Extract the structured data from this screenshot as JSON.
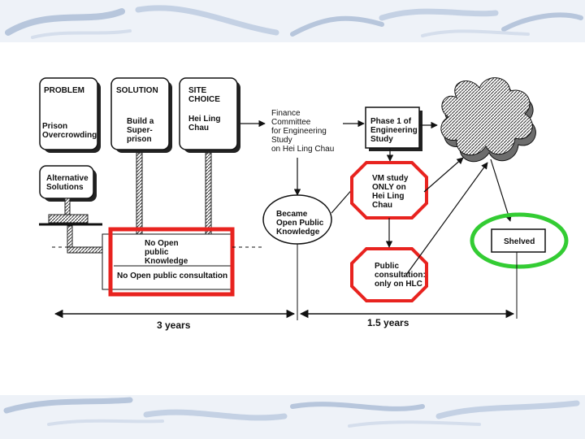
{
  "boxes": {
    "problem": {
      "heading": "PROBLEM",
      "body": "Prison\nOvercrowding"
    },
    "solution": {
      "heading": "SOLUTION",
      "body": "Build a\nSuper-\nprison"
    },
    "site": {
      "heading": "SITE\nCHOICE",
      "body": "Hei Ling\nChau"
    },
    "alternative": "Alternative\nSolutions",
    "finance": "Finance\nCommittee\nfor Engineering\nStudy\non Hei Ling Chau",
    "phase1": "Phase 1 of\nEngineering\nStudy",
    "became_public": "Became\nOpen Public\nKnowledge",
    "vm_study": "VM study\nONLY on\nHei Ling\nChau",
    "public_consultation": "Public\nconsultation:\nonly on HLC",
    "shelved": "Shelved",
    "no_open_knowledge": "No Open\npublic\nKnowledge",
    "no_open_consultation": "No Open public consultation"
  },
  "timeline": {
    "period1": "3 years",
    "period2": "1.5 years"
  },
  "colors": {
    "highlight_red": "#e8231f",
    "highlight_green": "#33cc33",
    "background": "#ffffff",
    "wave": "#c8d4e6"
  }
}
